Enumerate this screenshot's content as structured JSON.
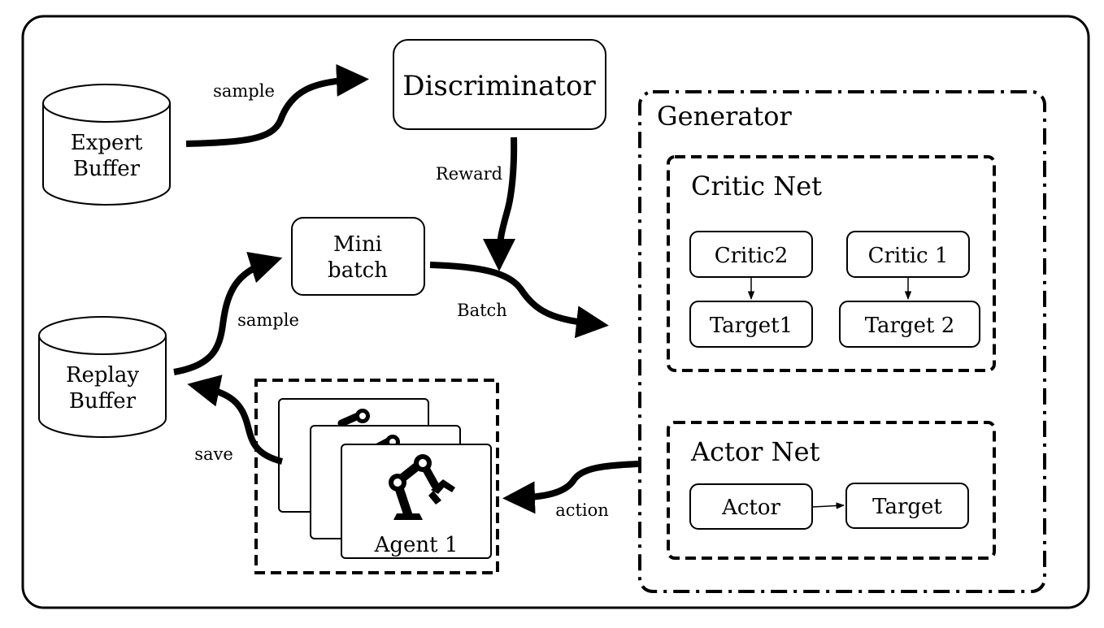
{
  "nodes": {
    "expert_buffer": [
      "Expert",
      "Buffer"
    ],
    "replay_buffer": [
      "Replay",
      "Buffer"
    ],
    "discriminator": "Discriminator",
    "mini_batch": [
      "Mini",
      "batch"
    ],
    "generator": "Generator",
    "critic_net": "Critic Net",
    "critic2": "Critic2",
    "critic1": "Critic 1",
    "target1": "Target1",
    "target2": "Target 2",
    "actor_net": "Actor Net",
    "actor": "Actor",
    "actor_target": "Target",
    "agent": "Agent 1"
  },
  "edges": {
    "sample_top": "sample",
    "sample_bottom": "sample",
    "reward": "Reward",
    "batch": "Batch",
    "save": "save",
    "action": "action"
  },
  "colors": {
    "stroke": "#000000",
    "fill": "#ffffff"
  },
  "icons": {
    "agent": "robot-arm-icon"
  }
}
